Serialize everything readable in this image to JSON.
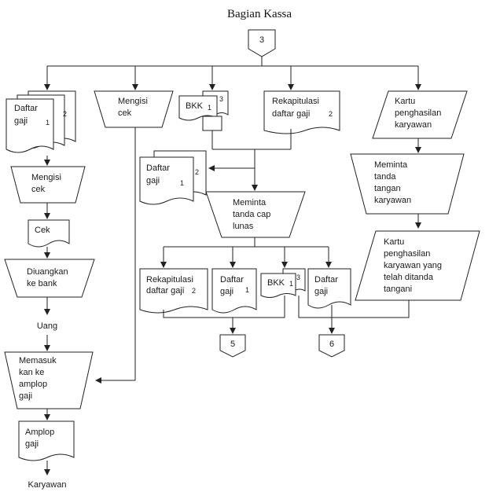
{
  "title": "Bagian Kassa",
  "connectors": {
    "c3": "3",
    "c5": "5",
    "c6": "6"
  },
  "left": {
    "daftar_gaji_a": "Daftar",
    "daftar_gaji_b": "gaji",
    "daftar_gaji_n1": "1",
    "daftar_gaji_n2": "2",
    "mengisi_cek_a": "Mengisi",
    "mengisi_cek_b": "cek",
    "cek": "Cek",
    "diuangkan_a": "Diuangkan",
    "diuangkan_b": "ke bank",
    "uang": "Uang",
    "memasukkan_a": "Memasuk",
    "memasukkan_b": "kan ke",
    "memasukkan_c": "amplop",
    "memasukkan_d": "gaji",
    "amplop_a": "Amplop",
    "amplop_b": "gaji",
    "karyawan": "Karyawan"
  },
  "col2": {
    "mengisi_a": "Mengisi",
    "mengisi_b": "cek"
  },
  "col3": {
    "bkk": "BKK",
    "bkk_n1": "1",
    "bkk_n3": "3",
    "daftar_a": "Daftar",
    "daftar_b": "gaji",
    "daftar_n1": "1",
    "daftar_n2": "2"
  },
  "col4": {
    "rekap_a": "Rekapitulasi",
    "rekap_b": "daftar gaji",
    "rekap_n2": "2",
    "meminta_a": "Meminta",
    "meminta_b": "tanda cap",
    "meminta_c": "lunas"
  },
  "col5": {
    "kartu_a": "Kartu",
    "kartu_b": "penghasilan",
    "kartu_c": "karyawan",
    "meminta_a": "Meminta",
    "meminta_b": "tanda",
    "meminta_c": "tangan",
    "meminta_d": "karyawan",
    "kartu2_a": "Kartu",
    "kartu2_b": "penghasilan",
    "kartu2_c": "karyawan yang",
    "kartu2_d": "telah ditanda",
    "kartu2_e": "tangani"
  },
  "bottom": {
    "rekap_a": "Rekapitulasi",
    "rekap_b": "daftar gaji",
    "rekap_n2": "2",
    "daftar_a": "Daftar",
    "daftar_b": "gaji",
    "daftar_n1": "1",
    "bkk": "BKK",
    "bkk_n1": "1",
    "bkk_n3": "3",
    "daftar2_a": "Daftar",
    "daftar2_b": "gaji"
  }
}
